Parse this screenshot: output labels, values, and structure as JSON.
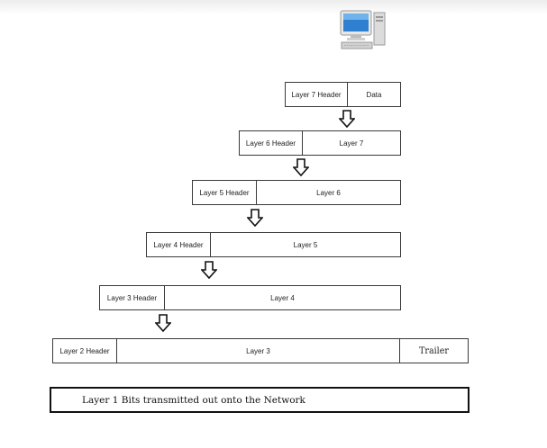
{
  "diagram": {
    "layers": [
      {
        "header": "Layer 7 Header",
        "body": "Data"
      },
      {
        "header": "Layer 6 Header",
        "body": "Layer 7"
      },
      {
        "header": "Layer 5 Header",
        "body": "Layer 6"
      },
      {
        "header": "Layer 4 Header",
        "body": "Layer 5"
      },
      {
        "header": "Layer 3 Header",
        "body": "Layer 4"
      },
      {
        "header": "Layer 2 Header",
        "body": "Layer 3",
        "trailer": "Trailer"
      }
    ],
    "footer": "Layer 1 Bits transmitted out onto the Network"
  },
  "colors": {
    "border": "#3a3a3a",
    "screen": "#2f7fd0"
  },
  "icons": [
    "computer-icon",
    "down-arrow-icon"
  ]
}
